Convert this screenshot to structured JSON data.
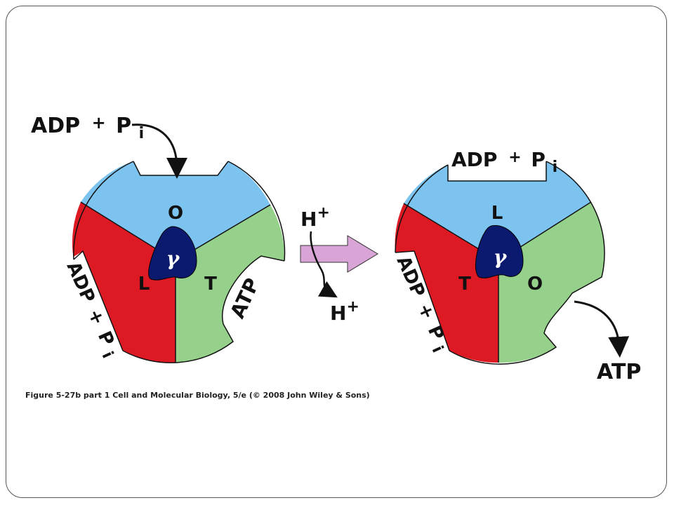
{
  "colors": {
    "blue": "#7cc4ef",
    "red": "#dd1a23",
    "green": "#96d18b",
    "gamma": "#0b1a6e",
    "arrow": "#d8a5d6"
  },
  "left_state": {
    "top_label": "O",
    "left_label": "L",
    "right_label": "T",
    "gamma": "γ",
    "incoming": {
      "a": "ADP",
      "plus": "+",
      "p": "P",
      "sub": "i"
    },
    "bound_left": {
      "a": "ADP",
      "plus": "+",
      "p": "P",
      "sub": "i"
    },
    "bound_right": "ATP"
  },
  "transition": {
    "h_in": "H",
    "h_in_sup": "+",
    "h_out": "H",
    "h_out_sup": "+"
  },
  "right_state": {
    "top_label": "L",
    "left_label": "T",
    "right_label": "O",
    "gamma": "γ",
    "bound_top": {
      "a": "ADP",
      "plus": "+",
      "p": "P",
      "sub": "i"
    },
    "bound_left": {
      "a": "ADP",
      "plus": "+",
      "p": "P",
      "sub": "i"
    },
    "released": "ATP"
  },
  "caption": "Figure 5-27b part 1  Cell and Molecular Biology, 5/e (© 2008 John Wiley & Sons)"
}
